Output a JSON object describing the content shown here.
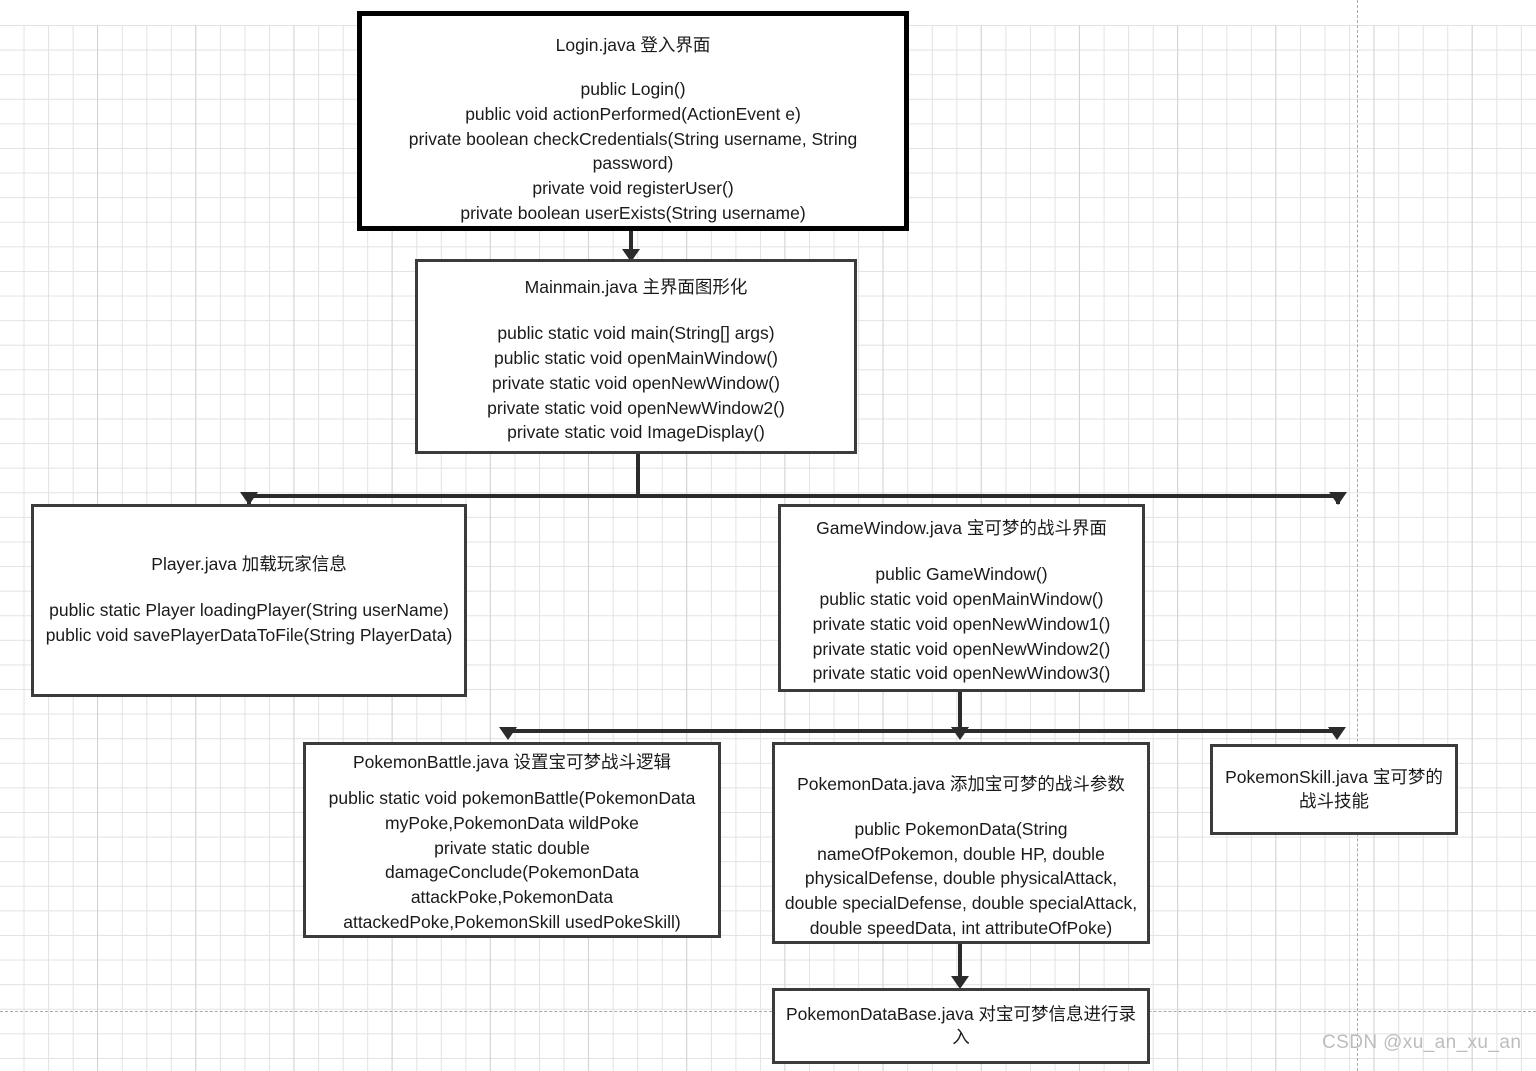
{
  "diagram": {
    "type": "class-hierarchy-flowchart",
    "background": "spreadsheet-grid",
    "grid_color": "#e2e2e2",
    "edge_color": "#2b2b2b",
    "nodes": [
      {
        "id": "login",
        "title": "Login.java 登入界面",
        "body": "public Login()\npublic void actionPerformed(ActionEvent e)\nprivate boolean checkCredentials(String username, String\npassword)\nprivate void registerUser()\nprivate boolean userExists(String username)",
        "border": "heavy"
      },
      {
        "id": "mainmain",
        "title": "Mainmain.java 主界面图形化",
        "body": "public static void main(String[] args)\npublic static void openMainWindow()\nprivate static void openNewWindow()\nprivate static void openNewWindow2()\nprivate static void ImageDisplay()",
        "border": "normal"
      },
      {
        "id": "player",
        "title": "Player.java  加载玩家信息",
        "body": "public static Player loadingPlayer(String userName)\npublic void savePlayerDataToFile(String PlayerData)",
        "border": "normal"
      },
      {
        "id": "gamewindow",
        "title": "GameWindow.java 宝可梦的战斗界面",
        "body": "public GameWindow()\npublic static void openMainWindow()\nprivate static void openNewWindow1()\nprivate static void openNewWindow2()\nprivate static void openNewWindow3()",
        "border": "normal"
      },
      {
        "id": "pokemonbattle",
        "title": "PokemonBattle.java 设置宝可梦战斗逻辑",
        "body": "public static void pokemonBattle(PokemonData\nmyPoke,PokemonData wildPoke\nprivate static double\ndamageConclude(PokemonData\nattackPoke,PokemonData\nattackedPoke,PokemonSkill usedPokeSkill)",
        "border": "normal"
      },
      {
        "id": "pokemondata",
        "title": "PokemonData.java 添加宝可梦的战斗参数",
        "body": "public PokemonData(String\nnameOfPokemon, double HP, double\nphysicalDefense, double physicalAttack,\ndouble specialDefense, double specialAttack,\ndouble speedData, int attributeOfPoke)",
        "border": "normal"
      },
      {
        "id": "pokemonskill",
        "title": "PokemonSkill.java 宝可梦的战斗技能",
        "body": "",
        "border": "normal"
      },
      {
        "id": "pokemondatabase",
        "title": "PokemonDataBase.java 对宝可梦信息进行录入",
        "body": "",
        "border": "normal"
      }
    ],
    "edges": [
      {
        "from": "login",
        "to": "mainmain"
      },
      {
        "from": "mainmain",
        "to": "player"
      },
      {
        "from": "mainmain",
        "to": "gamewindow"
      },
      {
        "from": "gamewindow",
        "to": "pokemonbattle"
      },
      {
        "from": "gamewindow",
        "to": "pokemondata"
      },
      {
        "from": "gamewindow",
        "to": "pokemonskill"
      },
      {
        "from": "pokemondata",
        "to": "pokemondatabase"
      }
    ]
  },
  "watermark": {
    "text": "CSDN @xu_an_xu_an"
  }
}
